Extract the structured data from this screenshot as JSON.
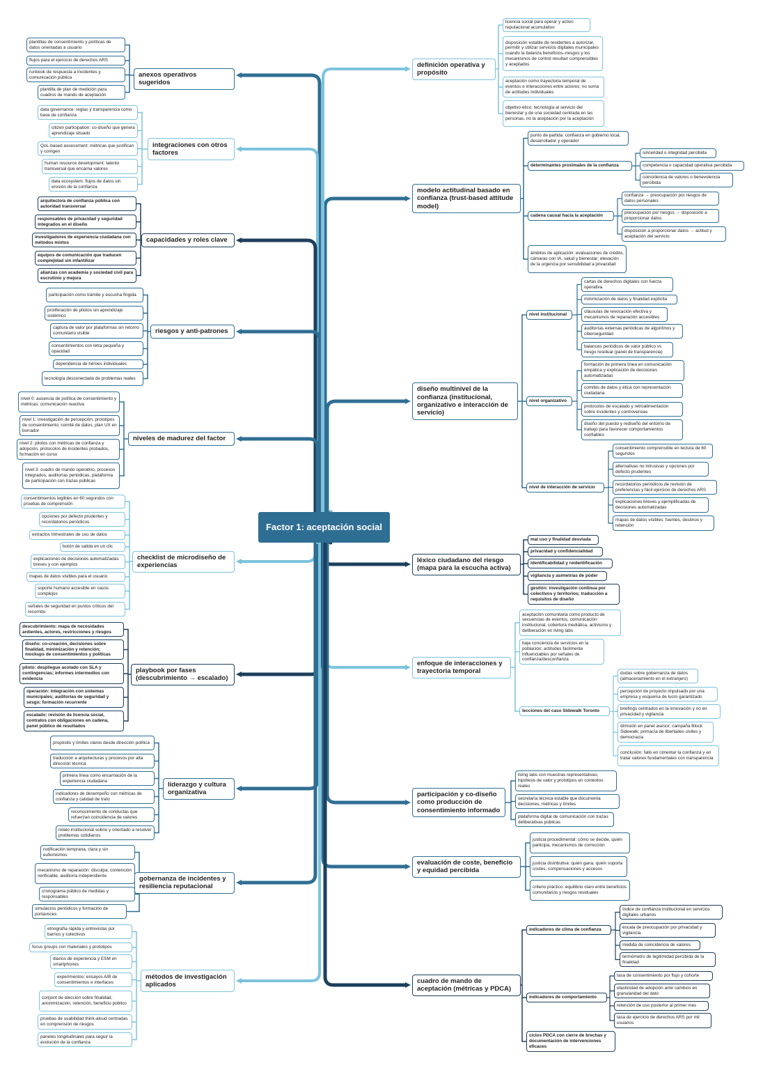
{
  "colors": {
    "center": "#2f6e93",
    "navy": "#1d3f5c",
    "mid": "#2f6e93",
    "light": "#7cc3dd"
  },
  "center": {
    "title": "Factor 1: aceptación social"
  },
  "right": [
    {
      "id": "r1",
      "label": "definición operativa y propósito",
      "color": "light",
      "children": [
        {
          "label": "licencia social para operar y activo reputacional acumulativo"
        },
        {
          "label": "disposición estable de residentes a autorizar, permitir y utilizar servicios digitales municipales cuando la balanza beneficios–riesgos y los mecanismos de control resultan comprensibles y aceptados"
        },
        {
          "label": "aceptación como trayectoria temporal de eventos e interacciones entre actores; no suma de actitudes individuales"
        },
        {
          "label": "objetivo ético: tecnología al servicio del bienestar y de una sociedad centrada en las personas, no la aceptación por la aceptación"
        }
      ]
    },
    {
      "id": "r2",
      "label": "modelo actitudinal basado en confianza (trust-based attitude model)",
      "color": "mid",
      "children": [
        {
          "label": "punto de partida: confianza en gobierno local, desarrollador y operador"
        },
        {
          "label": "determinantes proximales de la confianza",
          "children": [
            {
              "label": "sinceridad o integridad percibida"
            },
            {
              "label": "competencia o capacidad operativa percibida"
            },
            {
              "label": "coincidencia de valores o benevolencia percibida"
            }
          ]
        },
        {
          "label": "cadena causal hacia la aceptación",
          "children": [
            {
              "label": "confianza → preocupación por riesgos de datos personales"
            },
            {
              "label": "preocupación por riesgos → disposición a proporcionar datos"
            },
            {
              "label": "disposición a proporcionar datos → actitud y aceptación del servicio"
            }
          ]
        },
        {
          "label": "ámbitos de aplicación: evaluaciones de crédito, cámaras con IA, salud y bienestar; elevación de la urgencia por sensibilidad a privacidad"
        }
      ]
    },
    {
      "id": "r3",
      "label": "diseño multinivel de la confianza (institucional, organizativo e interacción de servicio)",
      "color": "mid",
      "children": [
        {
          "label": "nivel institucional",
          "children": [
            {
              "label": "cartas de derechos digitales con fuerza operativa"
            },
            {
              "label": "minimización de datos y finalidad explícita"
            },
            {
              "label": "cláusulas de revocación efectiva y mecanismos de reparación accesibles"
            },
            {
              "label": "auditorías externas periódicas de algoritmos y ciberseguridad"
            },
            {
              "label": "balances periódicos de valor público vs riesgo residual (panel de transparencia)"
            }
          ]
        },
        {
          "label": "nivel organizativo",
          "children": [
            {
              "label": "formación de primera línea en comunicación empática y explicación de decisiones automatizadas"
            },
            {
              "label": "comités de datos y ética con representación ciudadana"
            },
            {
              "label": "protocolos de escalado y retroalimentación sobre incidentes y controversias"
            },
            {
              "label": "diseño del puesto y rediseño del entorno de trabajo para favorecer comportamientos confiables"
            }
          ]
        },
        {
          "label": "nivel de interacción de servicio",
          "children": [
            {
              "label": "consentimiento comprensible en lectura de 60 segundos"
            },
            {
              "label": "alternativas no intrusivas y opciones por defecto prudentes"
            },
            {
              "label": "recordatorios periódicos de revisión de preferencias y fácil ejercicio de derechos ARS"
            },
            {
              "label": "explicaciones breves y ejemplificadas de decisiones automatizadas"
            },
            {
              "label": "mapas de datos visibles: fuentes, destinos y retención"
            }
          ]
        }
      ]
    },
    {
      "id": "r4",
      "label": "léxico ciudadano del riesgo (mapa para la escucha activa)",
      "color": "navy",
      "children": [
        {
          "label": "mal uso y finalidad desviada"
        },
        {
          "label": "privacidad y confidencialidad"
        },
        {
          "label": "identificabilidad y reidentificación"
        },
        {
          "label": "vigilancia y asimetrías de poder"
        },
        {
          "label": "gestión: investigación continua por colectivos y territorios; traducción a requisitos de diseño"
        }
      ]
    },
    {
      "id": "r5",
      "label": "enfoque de interacciones y trayectoria temporal",
      "color": "light",
      "children": [
        {
          "label": "aceptación comunitaria como producto de secuencias de eventos, comunicación institucional, cobertura mediática, activismo y deliberación en living labs"
        },
        {
          "label": "baja conciencia de servicios en la población; actitudes fácilmente influenciables por señales de confianza/desconfianza"
        },
        {
          "label": "lecciones del caso Sidewalk Toronto",
          "children": [
            {
              "label": "dudas sobre gobernanza de datos (almacenamiento en el extranjero)"
            },
            {
              "label": "percepción de proyecto impulsado por una empresa y esquema de lucro garantizado"
            },
            {
              "label": "briefings centrados en la innovación y no en privacidad y vigilancia"
            },
            {
              "label": "dimisión en panel asesor; campaña Block Sidewalk; primacía de libertades civiles y democracia"
            },
            {
              "label": "conclusión: fallo en cimentar la confianza y en tratar valores fundamentales con transparencia"
            }
          ]
        }
      ]
    },
    {
      "id": "r6",
      "label": "participación y co-diseño como producción de consentimiento informado",
      "color": "mid",
      "children": [
        {
          "label": "living labs con muestras representativas; hipótesis de valor y prototipos en contextos reales"
        },
        {
          "label": "secretaría técnica estable que documenta decisiones, métricas y límites"
        },
        {
          "label": "plataforma digital de comunicación con trazas deliberativas públicas"
        }
      ]
    },
    {
      "id": "r7",
      "label": "evaluación de coste, beneficio y equidad percibida",
      "color": "mid",
      "children": [
        {
          "label": "justicia procedimental: cómo se decide, quién participa, mecanismos de corrección"
        },
        {
          "label": "justicia distributiva: quién gana, quién soporta costes, compensaciones y accesos"
        },
        {
          "label": "criterio práctico: equilibrio claro entre beneficios comunitarios y riesgos residuales"
        }
      ]
    },
    {
      "id": "r8",
      "label": "cuadro de mando de aceptación (métricas y PDCA)",
      "color": "navy",
      "children": [
        {
          "label": "indicadores de clima de confianza",
          "children": [
            {
              "label": "índice de confianza institucional en servicios digitales urbanos"
            },
            {
              "label": "escala de preocupación por privacidad y vigilancia"
            },
            {
              "label": "medida de coincidencia de valores"
            },
            {
              "label": "termómetro de legitimidad percibida de la finalidad"
            }
          ]
        },
        {
          "label": "indicadores de comportamiento",
          "children": [
            {
              "label": "tasa de consentimiento por flujo y cohorte"
            },
            {
              "label": "elasticidad de adopción ante cambios en granularidad del dato"
            },
            {
              "label": "retención de uso posterior al primer mes"
            },
            {
              "label": "tasa de ejercicio de derechos ARS por mil usuarios"
            }
          ]
        },
        {
          "label": "ciclos PDCA con cierre de brechas y documentación de intervenciones eficaces"
        }
      ]
    }
  ],
  "left": [
    {
      "id": "l1",
      "label": "anexos operativos sugeridos",
      "color": "mid",
      "children": [
        {
          "label": "plantillas de consentimiento y políticas de datos orientadas a usuario"
        },
        {
          "label": "flujos para el ejercicio de derechos ARS"
        },
        {
          "label": "runbook de respuesta a incidentes y comunicación pública"
        },
        {
          "label": "plantilla de plan de medición para cuadros de mando de aceptación"
        }
      ]
    },
    {
      "id": "l2",
      "label": "integraciones con otros factores",
      "color": "light",
      "children": [
        {
          "label": "data governance: reglas y transparencia como base de confianza"
        },
        {
          "label": "citizen participation: co-diseño que genera aprendizaje situado"
        },
        {
          "label": "QoL-based assessment: métricas que justifican y corrigen"
        },
        {
          "label": "human resource development: talento transversal que encarna valores"
        },
        {
          "label": "data ecosystem: flujos de datos sin erosión de la confianza"
        }
      ]
    },
    {
      "id": "l3",
      "label": "capacidades y roles clave",
      "color": "navy",
      "children": [
        {
          "label": "arquitecto/a de confianza pública con autoridad transversal"
        },
        {
          "label": "responsables de privacidad y seguridad integrados en el diseño"
        },
        {
          "label": "investigadores de experiencia ciudadana con métodos mixtos"
        },
        {
          "label": "equipos de comunicación que traducen complejidad sin infantilizar"
        },
        {
          "label": "alianzas con academia y sociedad civil para escrutinio y mejora"
        }
      ]
    },
    {
      "id": "l4",
      "label": "riesgos y anti-patrones",
      "color": "mid",
      "children": [
        {
          "label": "participación como trámite y escucha fingida"
        },
        {
          "label": "proliferación de pilotos sin aprendizaje sistémico"
        },
        {
          "label": "captura de valor por plataformas sin retorno comunitario visible"
        },
        {
          "label": "consentimientos con letra pequeña y opacidad"
        },
        {
          "label": "dependencia de héroes individuales"
        },
        {
          "label": "tecnología desconectada de problemas reales"
        }
      ]
    },
    {
      "id": "l5",
      "label": "niveles de madurez del factor",
      "color": "mid",
      "children": [
        {
          "label": "nivel 0: ausencia de política de consentimiento y métricas; comunicación reactiva"
        },
        {
          "label": "nivel 1: investigación de percepción, prototipos de consentimiento, comité de datos, plan UX en borrador"
        },
        {
          "label": "nivel 2: pilotos con métricas de confianza y adopción, protocolos de incidentes probados, formación en curso"
        },
        {
          "label": "nivel 3: cuadro de mando operativo, procesos integrados, auditorías periódicas, plataforma de participación con trazas públicas"
        }
      ]
    },
    {
      "id": "l6",
      "label": "checklist de microdiseño de experiencias",
      "color": "light",
      "children": [
        {
          "label": "consentimientos legibles en 60 segundos con pruebas de comprensión"
        },
        {
          "label": "opciones por defecto prudentes y recordatorios periódicos"
        },
        {
          "label": "extractos trimestrales de uso de datos"
        },
        {
          "label": "botón de salida en un clic"
        },
        {
          "label": "explicaciones de decisiones automatizadas breves y con ejemplos"
        },
        {
          "label": "mapas de datos visibles para el usuario"
        },
        {
          "label": "soporte humano accesible en casos complejos"
        },
        {
          "label": "señales de seguridad en puntos críticos del recorrido"
        }
      ]
    },
    {
      "id": "l7",
      "label": "playbook por fases (descubrimiento → escalado)",
      "color": "navy",
      "children": [
        {
          "label": "descubrimiento: mapa de necesidades ardientes, actores, restricciones y riesgos"
        },
        {
          "label": "diseño: co-creación, decisiones sobre finalidad, minimización y retención; mockups de consentimientos y políticas"
        },
        {
          "label": "piloto: despliegue acotado con SLA y contingencias; informes intermedios con evidencia"
        },
        {
          "label": "operación: integración con sistemas municipales; auditorías de seguridad y sesgo; formación recurrente"
        },
        {
          "label": "escalado: revisión de licencia social, contratos con obligaciones en cadena, panel público de resultados"
        }
      ]
    },
    {
      "id": "l8",
      "label": "liderazgo y cultura organizativa",
      "color": "mid",
      "children": [
        {
          "label": "propósito y límites claros desde dirección política"
        },
        {
          "label": "traducción a arquitecturas y procesos por alta dirección técnica"
        },
        {
          "label": "primera línea como encarnación de la experiencia ciudadana"
        },
        {
          "label": "indicadores de desempeño con métricas de confianza y calidad de trato"
        },
        {
          "label": "reconocimiento de conductas que refuerzan coincidencia de valores"
        },
        {
          "label": "relato institucional sobrio y orientado a resolver problemas cotidianos"
        }
      ]
    },
    {
      "id": "l9",
      "label": "gobernanza de incidentes y resiliencia reputacional",
      "color": "mid",
      "children": [
        {
          "label": "notificación temprana, clara y sin eufemismos"
        },
        {
          "label": "mecanismo de reparación: disculpa, contención verificable, auditoría independiente"
        },
        {
          "label": "cronograma público de medidas y responsables"
        },
        {
          "label": "simulacros periódicos y formación de portavoces"
        }
      ]
    },
    {
      "id": "l10",
      "label": "métodos de investigación aplicados",
      "color": "light",
      "children": [
        {
          "label": "etnografía rápida y entrevistas por barrios y colectivos"
        },
        {
          "label": "focus groups con materiales y prototipos"
        },
        {
          "label": "diarios de experiencia y ESM en smartphones"
        },
        {
          "label": "experimentos: ensayos A/B de consentimientos e interfaces"
        },
        {
          "label": "conjoint de elección sobre finalidad, anonimización, retención, beneficio público"
        },
        {
          "label": "pruebas de usabilidad think-aloud centradas en comprensión de riesgos"
        },
        {
          "label": "paneles longitudinales para seguir la evolución de la confianza"
        }
      ]
    }
  ]
}
